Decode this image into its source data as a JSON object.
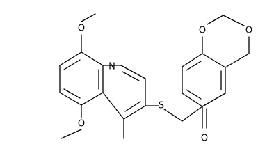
{
  "molecule": {
    "atoms": {
      "n_ring": "N",
      "s_thio": "S",
      "o_carbonyl": "O",
      "o_methoxy_8": "O",
      "o_methoxy_5": "O",
      "o_dioxane_upper": "O",
      "o_dioxane_lower": "O"
    }
  }
}
